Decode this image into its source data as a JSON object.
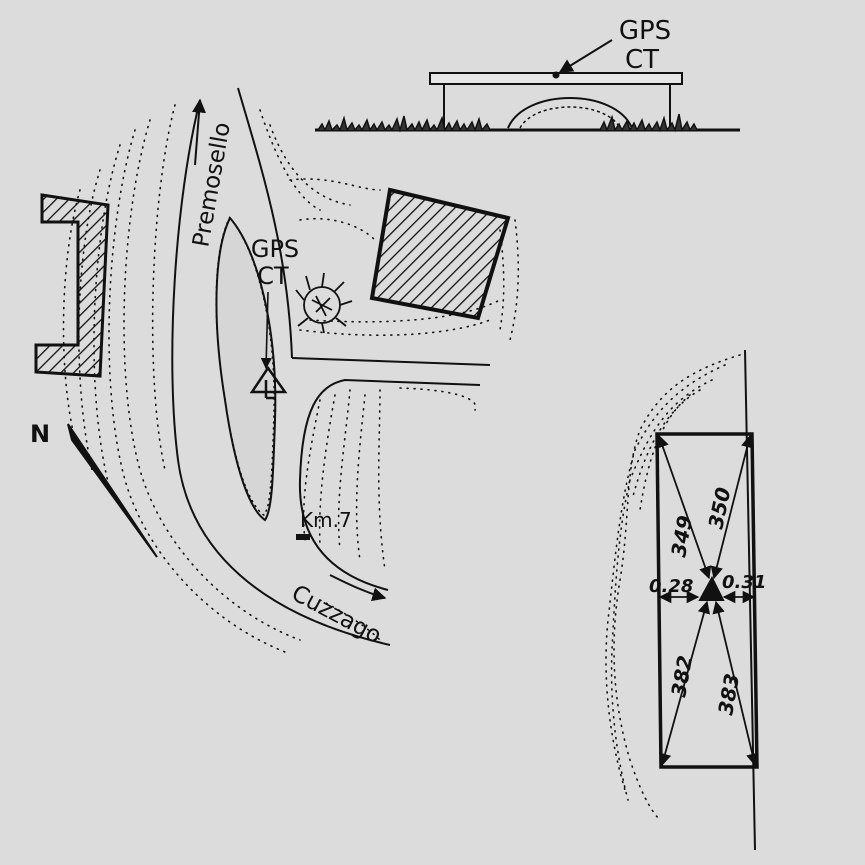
{
  "sketch": {
    "gps_marker_plan": {
      "line1": "GPS",
      "line2": "CT"
    },
    "gps_marker_elevation": {
      "line1": "GPS",
      "line2": "CT"
    },
    "road_labels": {
      "north": "Premosello",
      "south": "Cuzzago"
    },
    "milestone": "Km.7",
    "north_symbol": "N",
    "measurements": {
      "top_left": "349",
      "top_right": "350",
      "left": "0.28",
      "right": "0.31",
      "bottom_left": "382",
      "bottom_right": "383"
    },
    "colors": {
      "paper": "#dcdcdc",
      "ink": "#111111"
    }
  }
}
